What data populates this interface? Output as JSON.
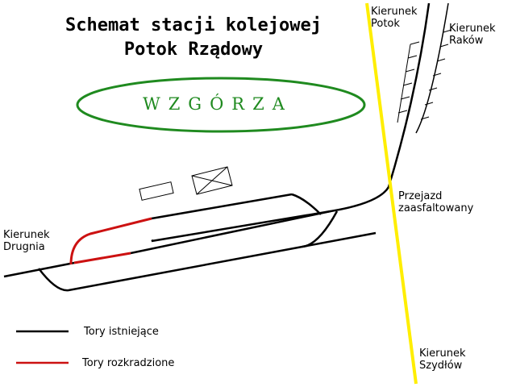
{
  "title": {
    "line1": "Schemat stacji kolejowej",
    "line2": "Potok Rządowy"
  },
  "hill_label": "WZGÓRZA",
  "directions": {
    "potok": [
      "Kierunek",
      "Potok"
    ],
    "rakow": [
      "Kierunek",
      "Raków"
    ],
    "drugnia": [
      "Kierunek",
      "Drugnia"
    ],
    "szydlow": [
      "Kierunek",
      "Szydłów"
    ]
  },
  "crossing": [
    "Przejazd",
    "zaasfaltowany"
  ],
  "legend": [
    {
      "label": "Tory istniejące",
      "color": "#000000"
    },
    {
      "label": "Tory rozkradzione",
      "color": "#cc1111"
    }
  ],
  "colors": {
    "road": "#ffee00",
    "hill": "#1f8a1f",
    "track_existing": "#000000",
    "track_removed": "#cc1111"
  }
}
